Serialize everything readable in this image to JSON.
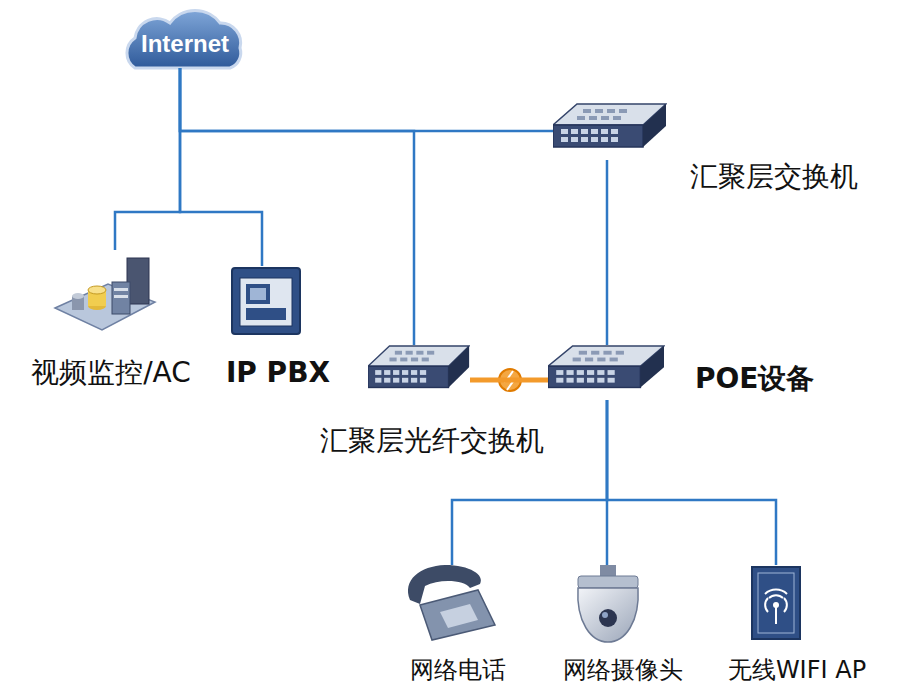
{
  "diagram": {
    "nodes": [
      {
        "text": [
          "Internet"
        ]
      },
      {
        "text": [
          "汇聚层交换机"
        ]
      },
      {
        "text": [
          "视频监控/AC"
        ]
      },
      {
        "text": [
          "IP PBX"
        ]
      },
      {
        "text": [
          "汇聚层光纤交换机"
        ]
      },
      {
        "text": [
          "POE设备"
        ]
      },
      {
        "text": [
          "网络电话"
        ]
      },
      {
        "text": [
          "网络摄像头"
        ]
      },
      {
        "text": [
          "无线WIFI AP"
        ]
      }
    ],
    "edges": [
      {
        "from": 0,
        "to": 1,
        "arrow": "none"
      },
      {
        "from": 0,
        "to": 2,
        "arrow": "none"
      },
      {
        "from": 0,
        "to": 3,
        "arrow": "none"
      },
      {
        "from": 0,
        "to": 4,
        "arrow": "none"
      },
      {
        "from": 1,
        "to": 5,
        "arrow": "none"
      },
      {
        "from": 4,
        "to": 5,
        "arrow": "none"
      },
      {
        "from": 5,
        "to": 6,
        "arrow": "none"
      },
      {
        "from": 5,
        "to": 7,
        "arrow": "none"
      },
      {
        "from": 5,
        "to": 8,
        "arrow": "none"
      }
    ]
  }
}
